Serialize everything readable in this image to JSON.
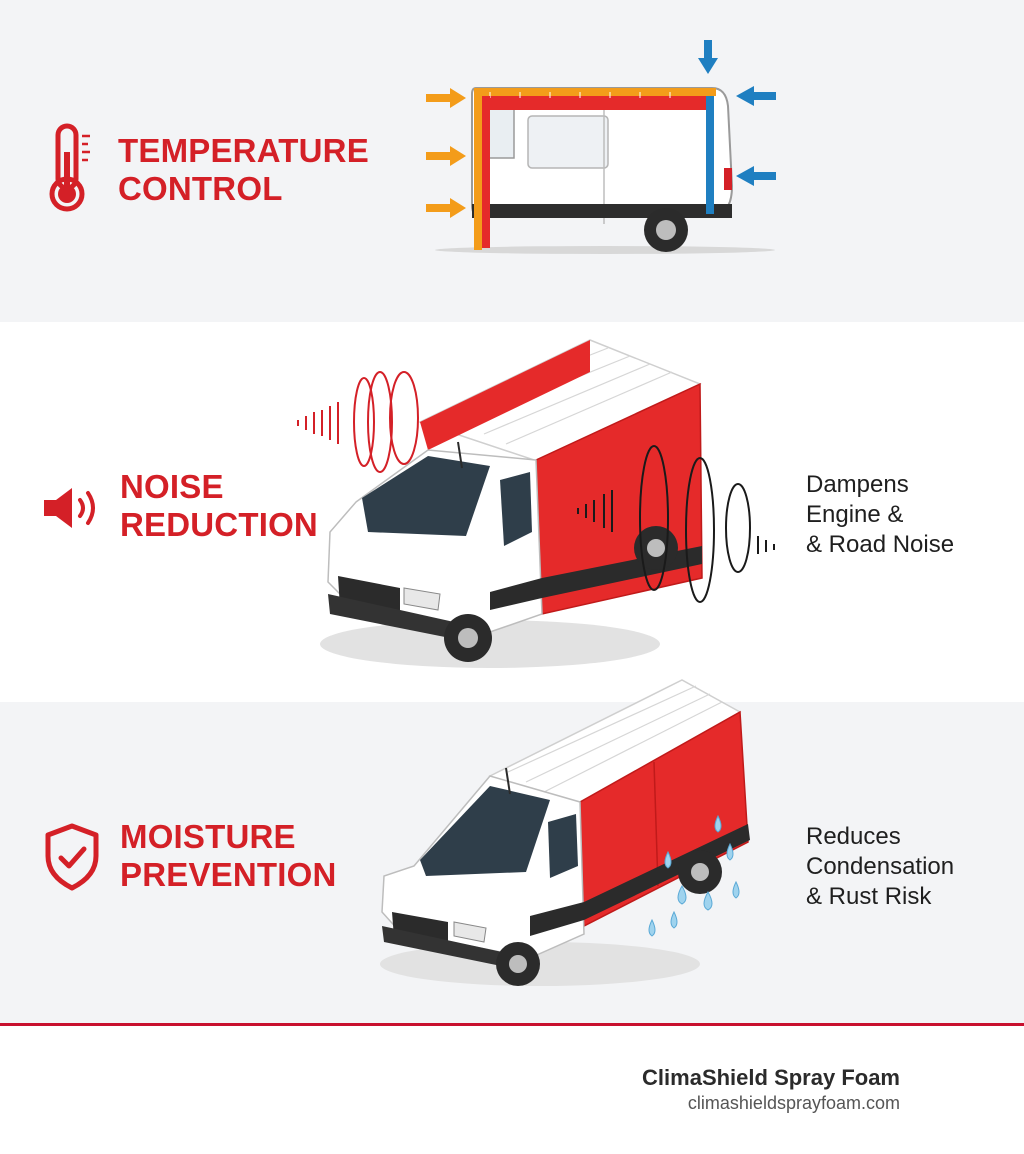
{
  "colors": {
    "accent_red": "#d42027",
    "heat_orange": "#f39c1a",
    "cold_blue": "#1f7fc1",
    "water_blue": "#9fd3ee",
    "text_dark": "#1f1f1f"
  },
  "features": [
    {
      "title_lines": [
        "TEMPERATURE",
        "CONTROL"
      ],
      "icon": "thermometer-icon",
      "description_lines": []
    },
    {
      "title_lines": [
        "NOISE",
        "REDUCTION"
      ],
      "icon": "speaker-icon",
      "description_lines": [
        "Dampens",
        "Engine &",
        "& Road Noise"
      ]
    },
    {
      "title_lines": [
        "MOISTURE",
        "PREVENTION"
      ],
      "icon": "shield-check-icon",
      "description_lines": [
        "Reduces",
        "Condensation",
        "& Rust Risk"
      ]
    }
  ],
  "footer": {
    "brand_name": "ClimaShield Spray Foam",
    "brand_url": "climashieldsprayfoam.com"
  }
}
